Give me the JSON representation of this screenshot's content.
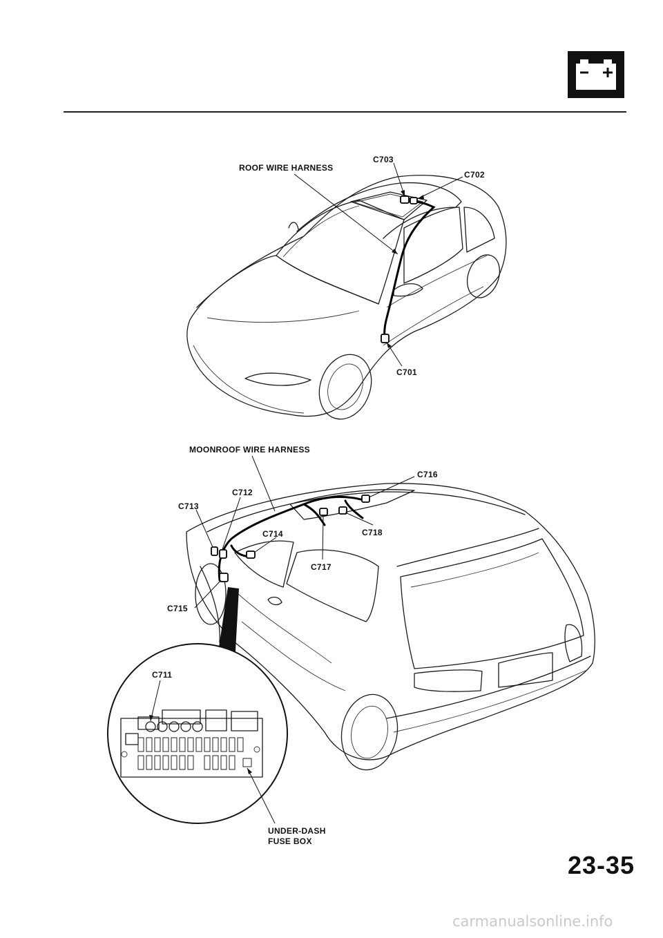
{
  "page_number": "23-35",
  "watermark": "carmanualsonline.info",
  "header": {
    "icon": "battery-icon"
  },
  "top_figure": {
    "harness_label": "ROOF WIRE HARNESS",
    "connectors": {
      "c703": "C703",
      "c702": "C702",
      "c701": "C701"
    }
  },
  "bottom_figure": {
    "harness_label": "MOONROOF WIRE HARNESS",
    "connectors": {
      "c716": "C716",
      "c712": "C712",
      "c713": "C713",
      "c714": "C714",
      "c718": "C718",
      "c717": "C717",
      "c715": "C715",
      "c711": "C711"
    },
    "fuse_box_label_line1": "UNDER-DASH",
    "fuse_box_label_line2": "FUSE BOX"
  }
}
